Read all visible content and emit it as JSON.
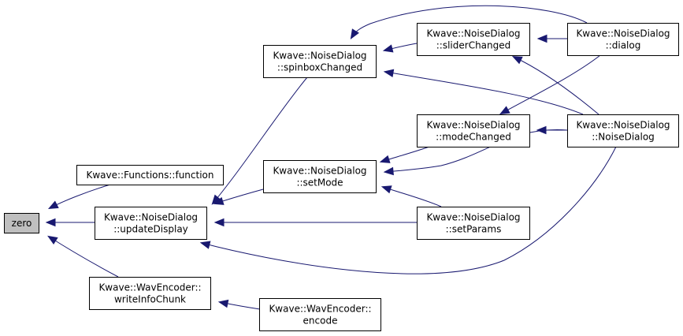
{
  "colors": {
    "background": "#ffffff",
    "node_fill": "#ffffff",
    "root_fill": "#bfbfbf",
    "node_border": "#000000",
    "edge": "#191970"
  },
  "nodes": [
    {
      "id": "zero",
      "lines": [
        "zero"
      ],
      "root": true
    },
    {
      "id": "functions_function",
      "lines": [
        "Kwave::Functions::function"
      ]
    },
    {
      "id": "updateDisplay",
      "lines": [
        "Kwave::NoiseDialog",
        "::updateDisplay"
      ]
    },
    {
      "id": "writeInfoChunk",
      "lines": [
        "Kwave::WavEncoder::",
        "writeInfoChunk"
      ]
    },
    {
      "id": "spinboxChanged",
      "lines": [
        "Kwave::NoiseDialog",
        "::spinboxChanged"
      ]
    },
    {
      "id": "setMode",
      "lines": [
        "Kwave::NoiseDialog",
        "::setMode"
      ]
    },
    {
      "id": "encode",
      "lines": [
        "Kwave::WavEncoder::",
        "encode"
      ]
    },
    {
      "id": "sliderChanged",
      "lines": [
        "Kwave::NoiseDialog",
        "::sliderChanged"
      ]
    },
    {
      "id": "modeChanged",
      "lines": [
        "Kwave::NoiseDialog",
        "::modeChanged"
      ]
    },
    {
      "id": "setParams",
      "lines": [
        "Kwave::NoiseDialog",
        "::setParams"
      ]
    },
    {
      "id": "dialog",
      "lines": [
        "Kwave::NoiseDialog",
        "::dialog"
      ]
    },
    {
      "id": "NoiseDialog",
      "lines": [
        "Kwave::NoiseDialog",
        "::NoiseDialog"
      ]
    }
  ],
  "edges": [
    {
      "from": "functions_function",
      "to": "zero"
    },
    {
      "from": "updateDisplay",
      "to": "zero"
    },
    {
      "from": "writeInfoChunk",
      "to": "zero"
    },
    {
      "from": "spinboxChanged",
      "to": "updateDisplay"
    },
    {
      "from": "setMode",
      "to": "updateDisplay"
    },
    {
      "from": "setParams",
      "to": "updateDisplay"
    },
    {
      "from": "NoiseDialog",
      "to": "updateDisplay"
    },
    {
      "from": "encode",
      "to": "writeInfoChunk"
    },
    {
      "from": "sliderChanged",
      "to": "spinboxChanged"
    },
    {
      "from": "dialog",
      "to": "spinboxChanged"
    },
    {
      "from": "NoiseDialog",
      "to": "spinboxChanged"
    },
    {
      "from": "modeChanged",
      "to": "setMode"
    },
    {
      "from": "setParams",
      "to": "setMode"
    },
    {
      "from": "NoiseDialog",
      "to": "setMode"
    },
    {
      "from": "dialog",
      "to": "sliderChanged"
    },
    {
      "from": "NoiseDialog",
      "to": "sliderChanged"
    },
    {
      "from": "dialog",
      "to": "modeChanged"
    },
    {
      "from": "NoiseDialog",
      "to": "modeChanged"
    }
  ]
}
